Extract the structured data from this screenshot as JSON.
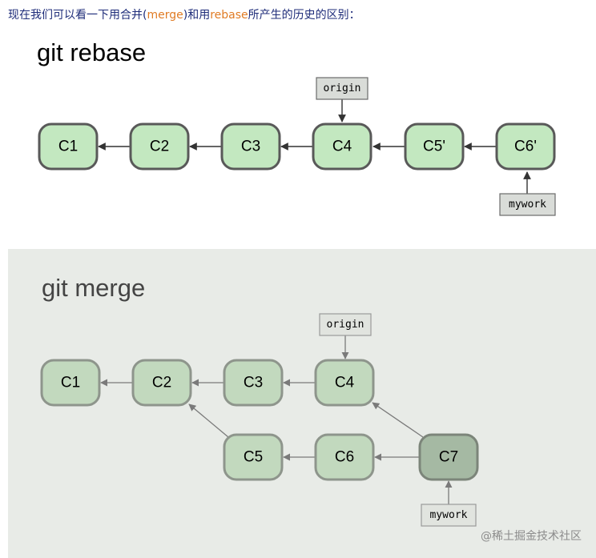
{
  "intro": {
    "before": "现在我们可以看一下用合并(",
    "merge_word": "merge",
    "middle": ")和用",
    "rebase_word": "rebase",
    "after": "所产生的历史的区别："
  },
  "rebase": {
    "heading": "git rebase",
    "commits": {
      "c1": "C1",
      "c2": "C2",
      "c3": "C3",
      "c4": "C4",
      "c5p": "C5'",
      "c6p": "C6'"
    },
    "refs": {
      "origin": "origin",
      "mywork": "mywork"
    }
  },
  "merge": {
    "heading": "git merge",
    "commits": {
      "c1": "C1",
      "c2": "C2",
      "c3": "C3",
      "c4": "C4",
      "c5": "C5",
      "c6": "C6",
      "c7": "C7"
    },
    "refs": {
      "origin": "origin",
      "mywork": "mywork"
    }
  },
  "watermark": "@稀土掘金技术社区",
  "colors": {
    "commit_fill": "#c3e8c0",
    "commit_stroke": "#595959",
    "merge_commit_fill": "#c2d9be",
    "merge_commit_stroke": "#8e958c",
    "merge_commit_dark_fill": "#a5b9a3",
    "merge_commit_dark_stroke": "#7c857a",
    "ref_fill": "#d9dcd8",
    "panel_bg": "#e8ebe7",
    "intro_text": "#1f2d7a",
    "intro_keyword": "#e07b24"
  }
}
